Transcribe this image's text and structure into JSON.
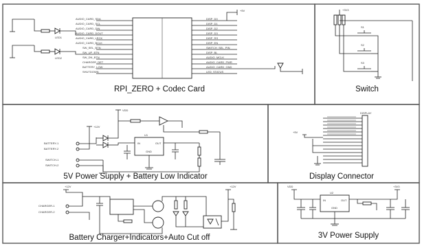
{
  "panels": {
    "rpi": {
      "caption": "RPI_ZERO + Codec Card",
      "supply": "+5V",
      "pin_labels_left": [
        "AUDIO_CARD_SDA",
        "AUDIO_CARD_SCL",
        "AUDIO_CARD_DIN",
        "AUDIO_CARD_DOUT",
        "AUDIO_CARD_LRCK",
        "AUDIO_CARD_BCLK",
        "SW_SEL_BTN",
        "SW_UP_BTN",
        "SW_DN_BTN",
        "CHARGER_DET",
        "BATTERY_LOW",
        "SHUTDOWN"
      ],
      "pin_labels_right": [
        "DISP_D0",
        "DISP_D1",
        "DISP_D2",
        "DISP_D3",
        "DISP_RS",
        "DISP_EN",
        "SWITCH_SEL_PIN",
        "DISP_BL",
        "AUDIO_MCLK",
        "AUDIO_CARD_PWR",
        "AUDIO_CARD_GND",
        "LED_STATUS"
      ],
      "parts": [
        "LED1",
        "LED2"
      ]
    },
    "switch": {
      "caption": "Switch",
      "supply": "+3V3",
      "parts": [
        "S1",
        "S2",
        "S3"
      ]
    },
    "psu5v": {
      "caption": "5V Power Supply + Battery Low Indicator",
      "supplies": [
        "+12V",
        "VDD"
      ],
      "labels": [
        "BATTERY-1",
        "BATTERY-2",
        "SWITCH-1",
        "SWITCH-2"
      ],
      "ic": {
        "name": "U1",
        "pins": [
          "IN",
          "OUT",
          "GND"
        ]
      }
    },
    "display": {
      "caption": "Display Connector",
      "supply": "+5V",
      "header": "DISPLAY"
    },
    "charger": {
      "caption": "Battery Charger+Indicators+Auto Cut off",
      "supplies": [
        "+12V",
        "+12V"
      ],
      "labels": [
        "CHARGER-1",
        "CHARGER-2"
      ]
    },
    "psu3v": {
      "caption": "3V Power Supply",
      "supplies": [
        "VDD",
        "+3V3"
      ],
      "ic": {
        "name": "U2",
        "pins": [
          "IN",
          "OUT",
          "GND"
        ]
      }
    }
  }
}
